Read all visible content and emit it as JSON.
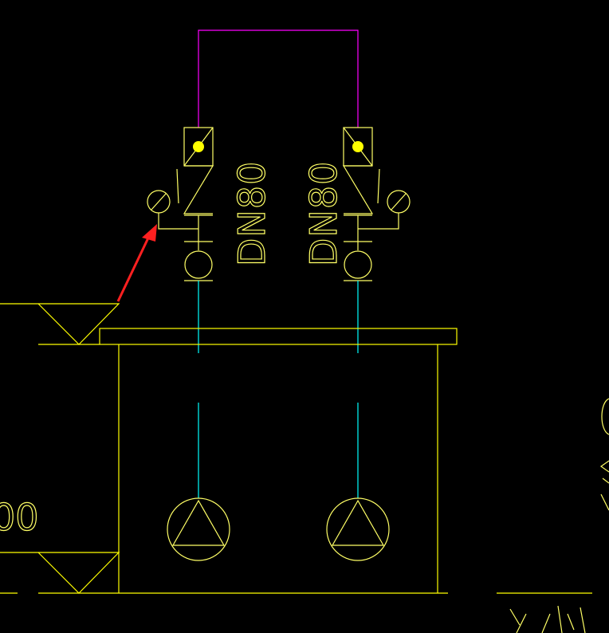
{
  "drawing": {
    "labels": {
      "pipe_size_left": "DN80",
      "pipe_size_right": "DN80",
      "edge_left_digits": "00"
    },
    "colors": {
      "background": "#000000",
      "outline": "#ffff00",
      "valve_light": "#ffffa0",
      "pipe_cyan": "#00ffff",
      "pipe_magenta": "#ff00ff",
      "indicator": "#ffff00",
      "arrow": "#ff2020"
    }
  }
}
